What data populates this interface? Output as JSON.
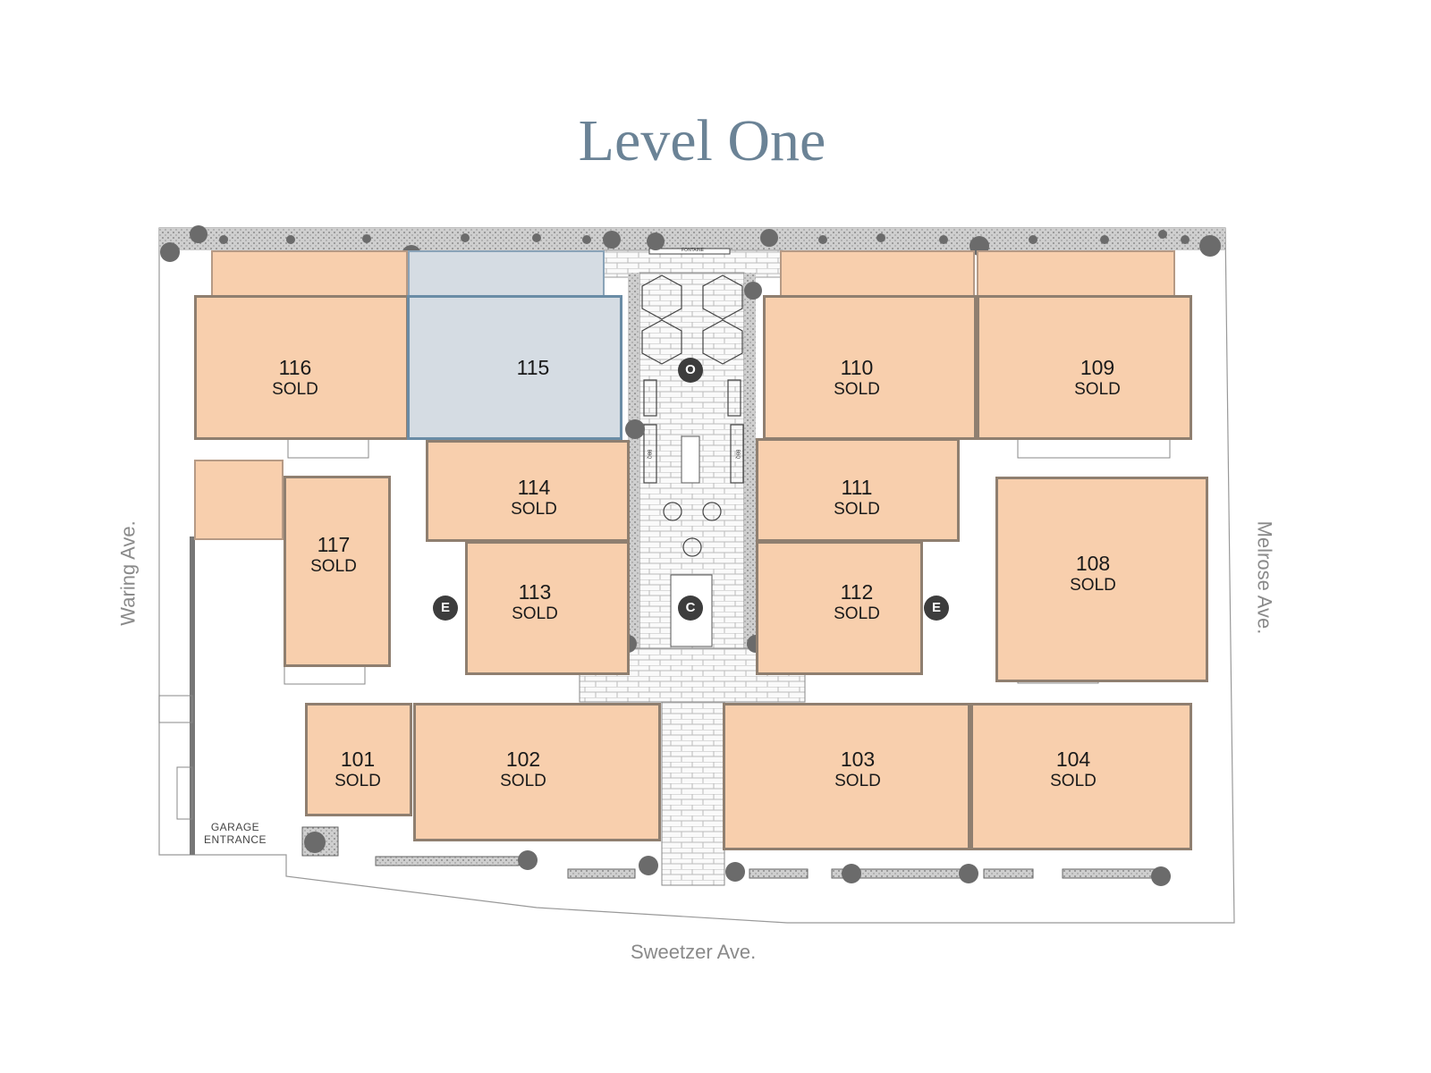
{
  "title": "Level One",
  "streets": {
    "west": "Waring Ave.",
    "east": "Melrose Ave.",
    "south": "Sweetzer Ave."
  },
  "garage_label": [
    "GARAGE",
    "ENTRANCE"
  ],
  "amenity_labels": {
    "fountain": "FONTAINE",
    "bbq_left": "BBQ",
    "bbq_right": "BBQ"
  },
  "badges": {
    "elevator_left": "E",
    "elevator_right": "E",
    "open_space": "O",
    "courtyard": "C"
  },
  "colors": {
    "sold": "#f8cfad",
    "available": "#d5dce3",
    "title": "#6b8396"
  },
  "units": [
    {
      "number": "116",
      "status": "SOLD"
    },
    {
      "number": "115",
      "status": ""
    },
    {
      "number": "114",
      "status": "SOLD"
    },
    {
      "number": "113",
      "status": "SOLD"
    },
    {
      "number": "117",
      "status": "SOLD"
    },
    {
      "number": "110",
      "status": "SOLD"
    },
    {
      "number": "109",
      "status": "SOLD"
    },
    {
      "number": "111",
      "status": "SOLD"
    },
    {
      "number": "112",
      "status": "SOLD"
    },
    {
      "number": "108",
      "status": "SOLD"
    },
    {
      "number": "101",
      "status": "SOLD"
    },
    {
      "number": "102",
      "status": "SOLD"
    },
    {
      "number": "103",
      "status": "SOLD"
    },
    {
      "number": "104",
      "status": "SOLD"
    }
  ]
}
